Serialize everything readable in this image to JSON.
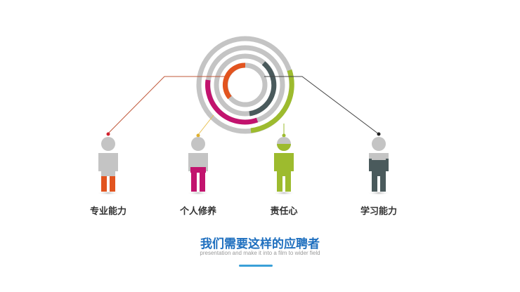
{
  "title": "我们需要这样的应聘者",
  "subtitle": "presentation and make it into a film to wider field",
  "figures": [
    {
      "label": "专业能力",
      "color": "#e2541f"
    },
    {
      "label": "个人修养",
      "color": "#c2136e"
    },
    {
      "label": "责任心",
      "color": "#9dbb2e"
    },
    {
      "label": "学习能力",
      "color": "#4a5a5c"
    }
  ],
  "colors": {
    "ring_gray": "#c4c4c4",
    "accent_underline": "#3aa0d8",
    "title": "#1e6fbf"
  }
}
